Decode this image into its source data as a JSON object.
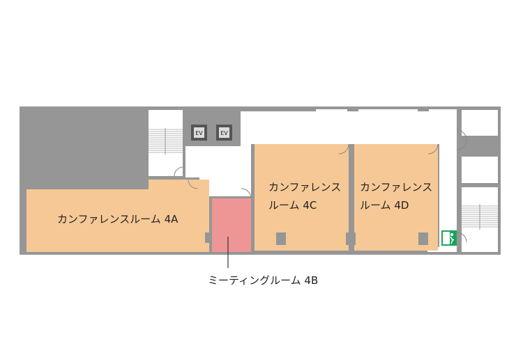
{
  "rooms": {
    "room_4a": {
      "label": "カンファレンスルーム 4A",
      "color": "#f6c896"
    },
    "room_4b": {
      "label": "ミーティングルーム 4B",
      "color": "#ee9696"
    },
    "room_4c": {
      "label": "カンファレンスルーム 4C",
      "line1": "カンファレンス",
      "line2": "ルーム 4C",
      "color": "#f6c896"
    },
    "room_4d": {
      "label": "カンファレンスルーム 4D",
      "line1": "カンファレンス",
      "line2": "ルーム 4D",
      "color": "#f6c896"
    }
  },
  "elevators": [
    "EV",
    "EV"
  ],
  "icons": [
    "emergency-exit-icon",
    "stairs-icon",
    "elevator-icon"
  ],
  "wall_color": "#969696"
}
